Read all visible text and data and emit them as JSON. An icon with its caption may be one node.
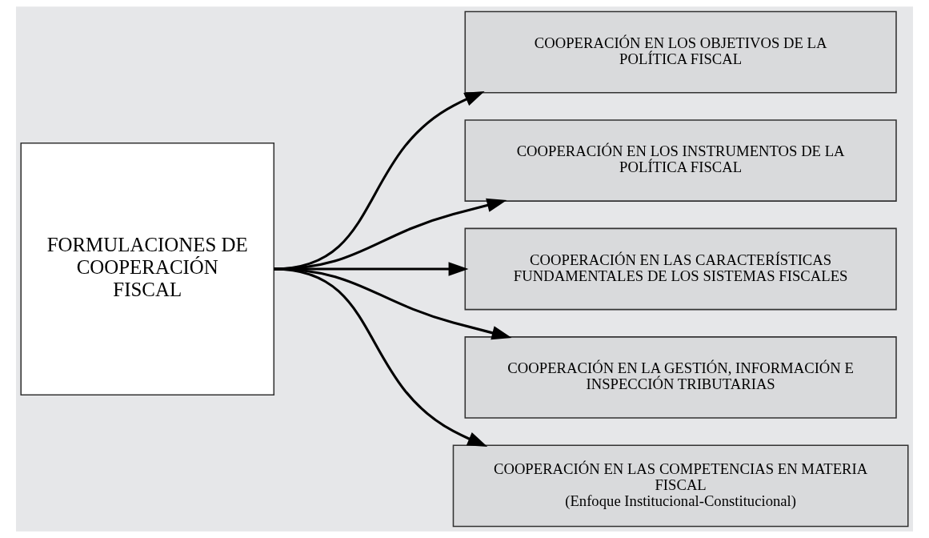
{
  "diagram": {
    "nodes": [
      {
        "text": [
          "FORMULACIONES DE COOPERACIÓN FISCAL"
        ]
      },
      {
        "text": [
          "COOPERACIÓN EN LOS OBJETIVOS DE LA POLÍTICA FISCAL"
        ]
      },
      {
        "text": [
          "COOPERACIÓN EN LOS INSTRUMENTOS DE LA POLÍTICA FISCAL"
        ]
      },
      {
        "text": [
          "COOPERACIÓN EN LAS CARACTERÍSTICAS FUNDAMENTALES DE LOS SISTEMAS FISCALES"
        ]
      },
      {
        "text": [
          "COOPERACIÓN EN LA GESTIÓN, INFORMACIÓN E INSPECCIÓN TRIBUTARIAS"
        ]
      },
      {
        "text": [
          "COOPERACIÓN EN LAS COMPETENCIAS EN MATERIA FISCAL",
          "(Enfoque Institucional-Constitucional)"
        ]
      }
    ],
    "edges": [
      {
        "from": 0,
        "to": 1,
        "arrow": "to"
      },
      {
        "from": 0,
        "to": 2,
        "arrow": "to"
      },
      {
        "from": 0,
        "to": 3,
        "arrow": "to"
      },
      {
        "from": 0,
        "to": 4,
        "arrow": "to"
      },
      {
        "from": 0,
        "to": 5,
        "arrow": "to"
      }
    ]
  }
}
